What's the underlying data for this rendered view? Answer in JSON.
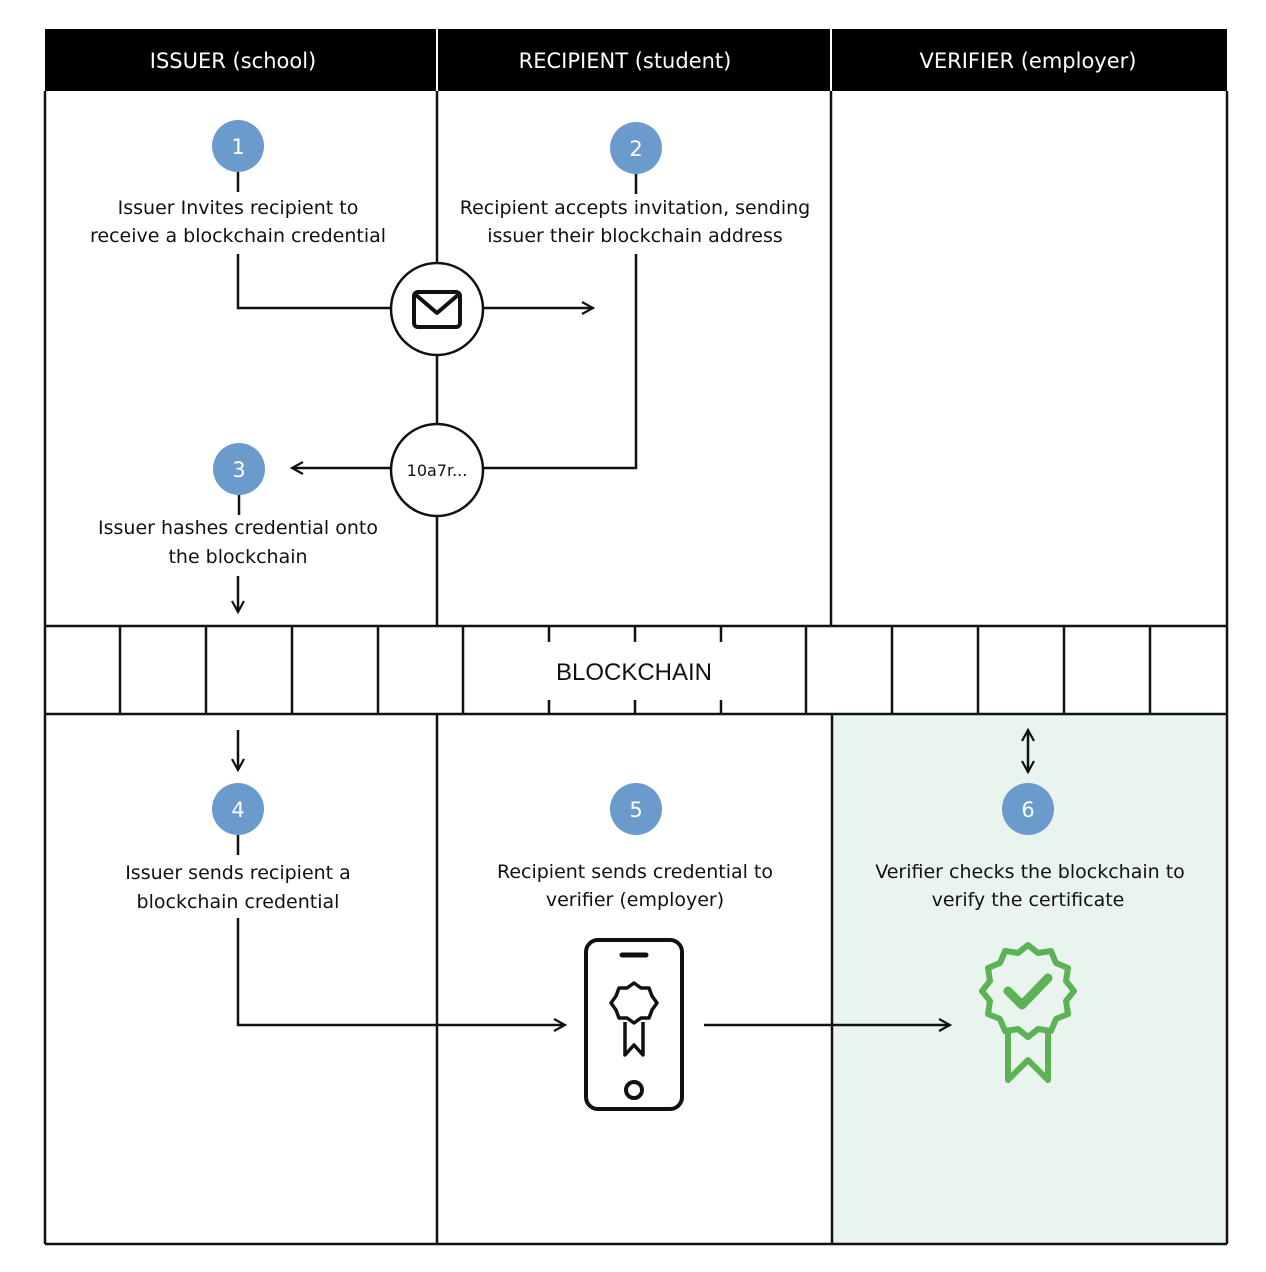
{
  "lanes": [
    {
      "label": "ISSUER (school)"
    },
    {
      "label": "RECIPIENT (student)"
    },
    {
      "label": "VERIFIER (employer)"
    }
  ],
  "steps": [
    {
      "number": "1",
      "lines": [
        "Issuer Invites recipient to",
        "receive a blockchain credential"
      ]
    },
    {
      "number": "2",
      "lines": [
        "Recipient accepts invitation, sending",
        "issuer their blockchain address"
      ]
    },
    {
      "number": "3",
      "lines": [
        "Issuer hashes credential onto",
        "the blockchain"
      ]
    },
    {
      "number": "4",
      "lines": [
        "Issuer sends recipient a",
        "blockchain credential"
      ]
    },
    {
      "number": "5",
      "lines": [
        "Recipient sends credential to",
        "verifier (employer)"
      ]
    },
    {
      "number": "6",
      "lines": [
        "Verifier checks the blockchain to",
        "verify the certificate"
      ]
    }
  ],
  "blockchain_label": "BLOCKCHAIN",
  "hash_label": "10a7r...",
  "icons": {
    "envelope": "envelope-icon",
    "phone": "phone-certificate-icon",
    "badge": "verified-badge-icon"
  },
  "colors": {
    "header_bg": "#000000",
    "step_circle": "#6b9bcc",
    "verifier_bg": "#eaf4ef",
    "badge_green": "#5cb356"
  }
}
